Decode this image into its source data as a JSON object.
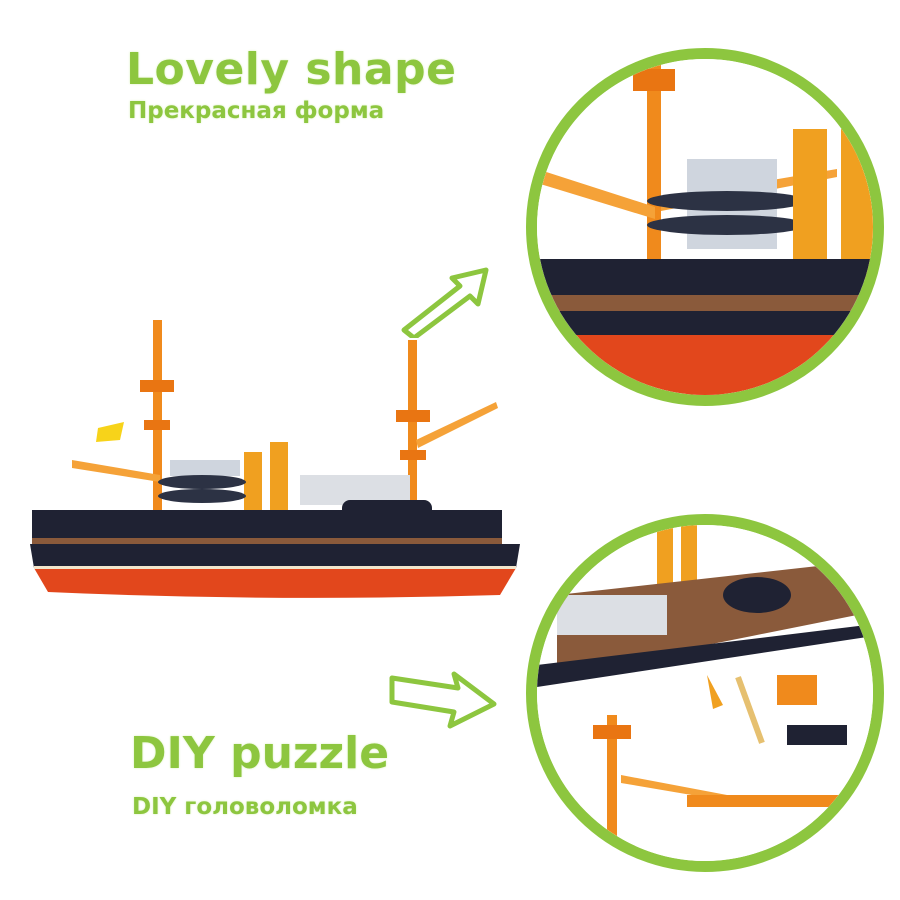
{
  "captions": {
    "top_title": "Lovely shape",
    "top_subtitle": "Прекрасная форма",
    "bottom_title": "DIY puzzle",
    "bottom_subtitle": "DIY головоломка"
  },
  "colors": {
    "accent_green": "#8dc63f",
    "hull_red": "#e2471c",
    "hull_dark": "#1f2233",
    "mast_orange": "#f08a1c",
    "deck_wood": "#8a5a3b"
  },
  "icons": {
    "arrow_top": "arrow-up-right-icon",
    "arrow_bottom": "arrow-right-icon"
  }
}
